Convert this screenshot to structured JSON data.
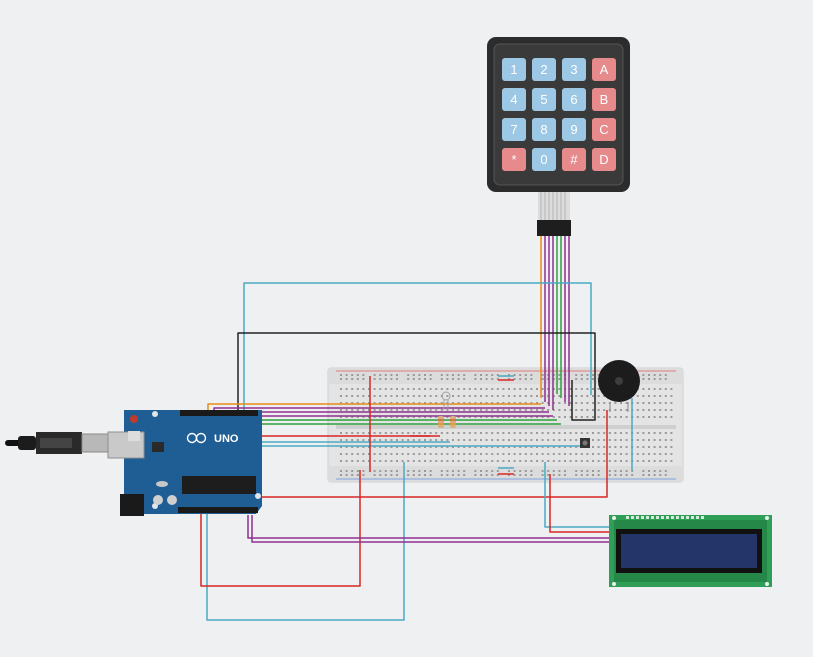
{
  "keypad": {
    "rows": [
      [
        {
          "label": "1",
          "kind": "num"
        },
        {
          "label": "2",
          "kind": "num"
        },
        {
          "label": "3",
          "kind": "num"
        },
        {
          "label": "A",
          "kind": "letter"
        }
      ],
      [
        {
          "label": "4",
          "kind": "num"
        },
        {
          "label": "5",
          "kind": "num"
        },
        {
          "label": "6",
          "kind": "num"
        },
        {
          "label": "B",
          "kind": "letter"
        }
      ],
      [
        {
          "label": "7",
          "kind": "num"
        },
        {
          "label": "8",
          "kind": "num"
        },
        {
          "label": "9",
          "kind": "num"
        },
        {
          "label": "C",
          "kind": "letter"
        }
      ],
      [
        {
          "label": "*",
          "kind": "letter"
        },
        {
          "label": "0",
          "kind": "num"
        },
        {
          "label": "#",
          "kind": "letter"
        },
        {
          "label": "D",
          "kind": "letter"
        }
      ]
    ]
  },
  "arduino": {
    "board_label": "UNO"
  },
  "colors": {
    "background": "#eef0f1",
    "board_blue": "#1f5d95",
    "breadboard": "#e4e4e4",
    "lcd_green": "#2f9e57",
    "lcd_screen": "#233569",
    "key_blue": "#9cc8e6",
    "key_red": "#e68a8c",
    "keypad_frame": "#2c2c2c",
    "wire_red": "#d92626",
    "wire_cyan": "#4aa9c3",
    "wire_black": "#222222",
    "wire_orange": "#e88a1a",
    "wire_purple": "#8d2f8f",
    "wire_green": "#2fa03a"
  },
  "icons": {
    "usb": "usb-cable-icon",
    "buzzer": "piezo-buzzer-icon",
    "button": "push-button-icon"
  }
}
